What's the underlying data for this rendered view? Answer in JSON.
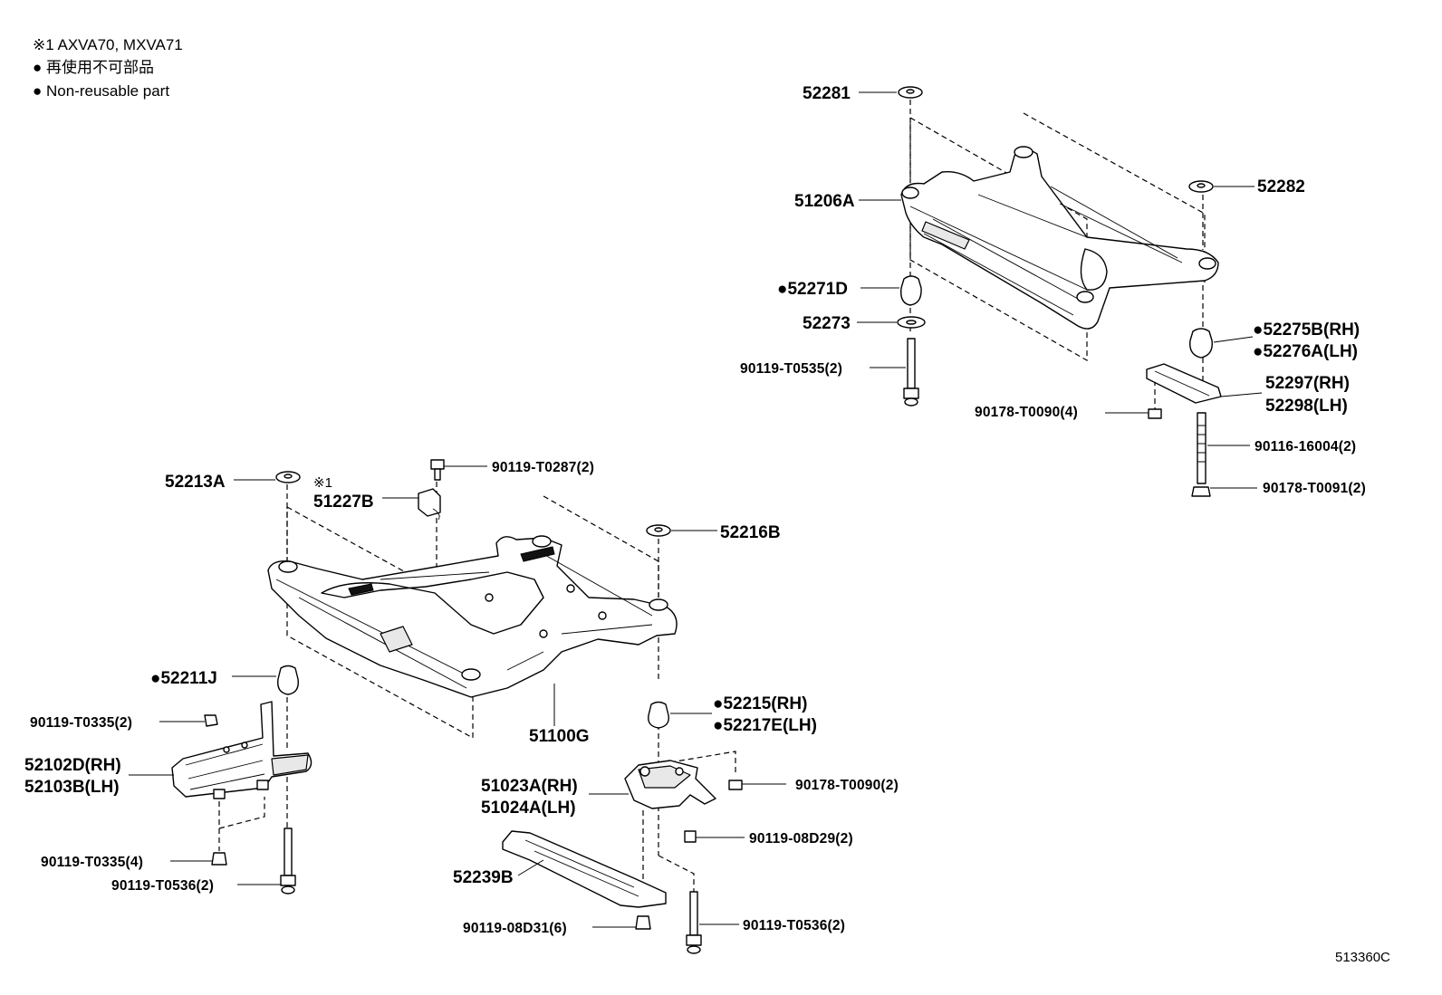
{
  "notes": {
    "line1": "※1 AXVA70, MXVA71",
    "line2": "● 再使用不可部品",
    "line3": "● Non-reusable part"
  },
  "ref_code": "513360C",
  "parts": {
    "p52281": "52281",
    "p51206A": "51206A",
    "p52271D": "●52271D",
    "p52273": "52273",
    "p90119T0535": "90119-T0535(2)",
    "p52282": "52282",
    "p52275B": "●52275B(RH)",
    "p52276A": "●52276A(LH)",
    "p52297": "52297(RH)",
    "p52298": "52298(LH)",
    "p90178T0090_4": "90178-T0090(4)",
    "p9011616004": "90116-16004(2)",
    "p90178T0091": "90178-T0091(2)",
    "p52213A": "52213A",
    "p51227B_note": "※1",
    "p51227B": "51227B",
    "p90119T0287": "90119-T0287(2)",
    "p52216B": "52216B",
    "p52211J": "●52211J",
    "p90119T0335_2": "90119-T0335(2)",
    "p52102D": "52102D(RH)",
    "p52103B": "52103B(LH)",
    "p51100G": "51100G",
    "p52215": "●52215(RH)",
    "p52217E": "●52217E(LH)",
    "p51023A": "51023A(RH)",
    "p51024A": "51024A(LH)",
    "p90178T0090_2": "90178-T0090(2)",
    "p9011908D29": "90119-08D29(2)",
    "p90119T0335_4": "90119-T0335(4)",
    "p90119T0536_left": "90119-T0536(2)",
    "p52239B": "52239B",
    "p9011908D31": "90119-08D31(6)",
    "p90119T0536_right": "90119-T0536(2)"
  }
}
